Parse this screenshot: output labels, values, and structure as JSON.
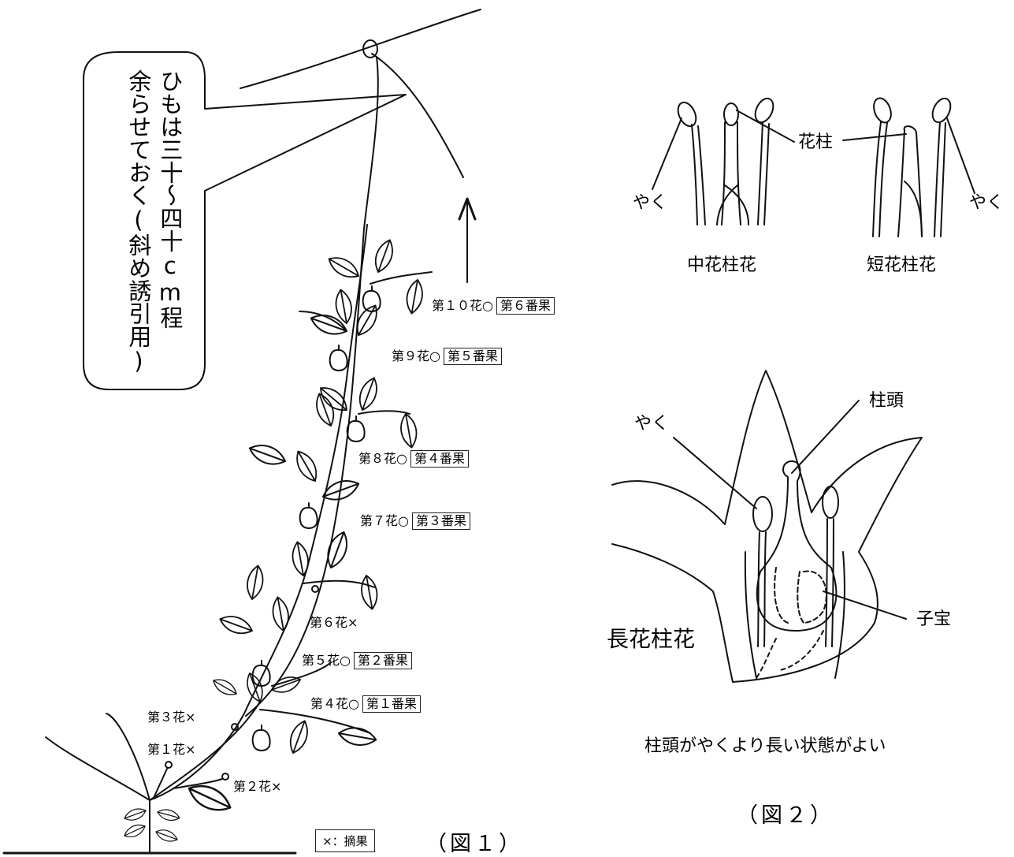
{
  "figure1": {
    "callout_line1": "ひもは三十〜四十cm程",
    "callout_line2": "余らせておく(斜め誘引用)",
    "caption": "（図１）",
    "legend": "×：摘果",
    "flowers": [
      {
        "flower": "第１０花○",
        "fruit": "第６番果"
      },
      {
        "flower": "第９花○",
        "fruit": "第５番果"
      },
      {
        "flower": "第８花○",
        "fruit": "第４番果"
      },
      {
        "flower": "第７花○",
        "fruit": "第３番果"
      },
      {
        "flower": "第６花×",
        "fruit": ""
      },
      {
        "flower": "第５花○",
        "fruit": "第２番果"
      },
      {
        "flower": "第４花○",
        "fruit": "第１番果"
      },
      {
        "flower": "第３花×",
        "fruit": ""
      },
      {
        "flower": "第１花×",
        "fruit": ""
      },
      {
        "flower": "第２花×",
        "fruit": ""
      }
    ]
  },
  "figure2": {
    "style_label": "花柱",
    "anther_left": "やく",
    "anther_right": "やく",
    "mid_style": "中花柱花",
    "short_style": "短花柱花",
    "anther_long": "やく",
    "stigma": "柱頭",
    "ovary": "子宝",
    "long_style": "長花柱花",
    "note": "柱頭がやくより長い状態がよい",
    "caption": "（図２）"
  }
}
